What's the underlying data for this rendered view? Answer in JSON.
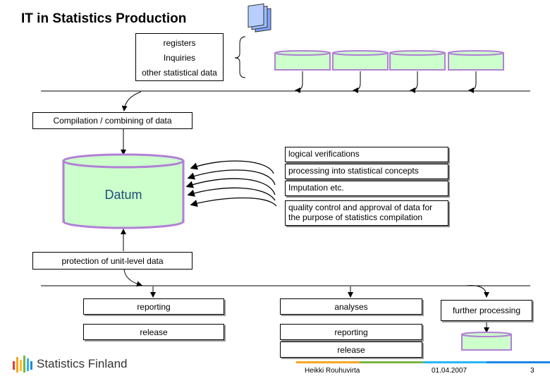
{
  "title": "IT in Statistics Production",
  "sources": {
    "items": [
      "registers",
      "Inquiries",
      "other statistical data"
    ]
  },
  "compilation_label": "Compilation / combining of data",
  "datum_label": "Datum",
  "verifications": [
    "logical verifications",
    "processing into statistical concepts",
    "Imputation etc.",
    "quality control and approval of data for the purpose of statistics compilation"
  ],
  "protection_label": "protection of unit-level data",
  "outputs": {
    "col1": [
      "reporting",
      "release"
    ],
    "col2": [
      "analyses",
      "reporting",
      "release"
    ],
    "col3": [
      "further processing"
    ]
  },
  "footer": {
    "logo_text": "Statistics Finland",
    "author": "Heikki Rouhuvirta",
    "date": "01.04.2007",
    "page": "3"
  },
  "colors": {
    "cylinder_fill": "#ccffcc",
    "cylinder_stroke": "#b27fd6",
    "datum_text": "#1f4e79",
    "footer_bar": [
      "#f5a623",
      "#7cb342",
      "#29b6f6",
      "#1e88e5"
    ]
  }
}
